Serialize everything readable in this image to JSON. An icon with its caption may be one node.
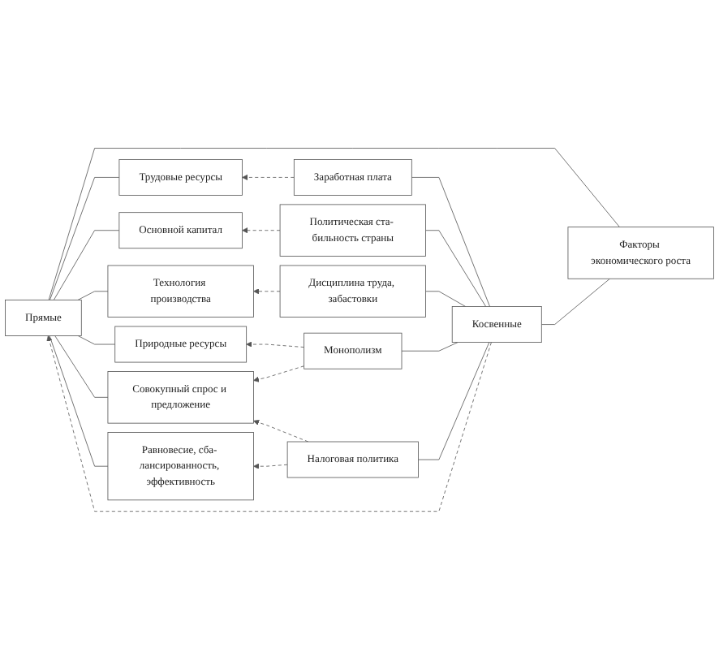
{
  "diagram": {
    "nodes": [
      {
        "text": [
          "Факторы экономического роста"
        ]
      },
      {
        "text": [
          "Прямые"
        ]
      },
      {
        "text": [
          "Трудовые ресурсы"
        ]
      },
      {
        "text": [
          "Основной капитал"
        ]
      },
      {
        "text": [
          "Технология производства"
        ]
      },
      {
        "text": [
          "Природные ресурсы"
        ]
      },
      {
        "text": [
          "Совокупный спрос и предложение"
        ]
      },
      {
        "text": [
          "Равновесие, сба- лансированность, эффективность"
        ]
      },
      {
        "text": [
          "Косвенные"
        ]
      },
      {
        "text": [
          "Заработная плата"
        ]
      },
      {
        "text": [
          "Политическая ста- бильность страны"
        ]
      },
      {
        "text": [
          "Дисциплина труда, забастовки"
        ]
      },
      {
        "text": [
          "Монополизм"
        ]
      },
      {
        "text": [
          "Налоговая политика"
        ]
      }
    ],
    "edges": [
      {
        "from": 0,
        "to": 1,
        "arrow": "none"
      },
      {
        "from": 0,
        "to": 8,
        "arrow": "none"
      },
      {
        "from": 1,
        "to": 2,
        "arrow": "none"
      },
      {
        "from": 1,
        "to": 3,
        "arrow": "none"
      },
      {
        "from": 1,
        "to": 4,
        "arrow": "none"
      },
      {
        "from": 1,
        "to": 5,
        "arrow": "none"
      },
      {
        "from": 1,
        "to": 6,
        "arrow": "none"
      },
      {
        "from": 1,
        "to": 7,
        "arrow": "none"
      },
      {
        "from": 8,
        "to": 9,
        "arrow": "none"
      },
      {
        "from": 8,
        "to": 10,
        "arrow": "none"
      },
      {
        "from": 8,
        "to": 11,
        "arrow": "none"
      },
      {
        "from": 8,
        "to": 12,
        "arrow": "none"
      },
      {
        "from": 8,
        "to": 13,
        "arrow": "none"
      },
      {
        "from": 8,
        "to": 1,
        "arrow": "to",
        "style": "dashed"
      },
      {
        "from": 9,
        "to": 2,
        "arrow": "to",
        "style": "dashed"
      },
      {
        "from": 10,
        "to": 3,
        "arrow": "to",
        "style": "dashed"
      },
      {
        "from": 11,
        "to": 4,
        "arrow": "to",
        "style": "dashed"
      },
      {
        "from": 12,
        "to": 5,
        "arrow": "to",
        "style": "dashed"
      },
      {
        "from": 12,
        "to": 6,
        "arrow": "to",
        "style": "dashed"
      },
      {
        "from": 13,
        "to": 6,
        "arrow": "to",
        "style": "dashed"
      },
      {
        "from": 13,
        "to": 7,
        "arrow": "to",
        "style": "dashed"
      }
    ]
  }
}
